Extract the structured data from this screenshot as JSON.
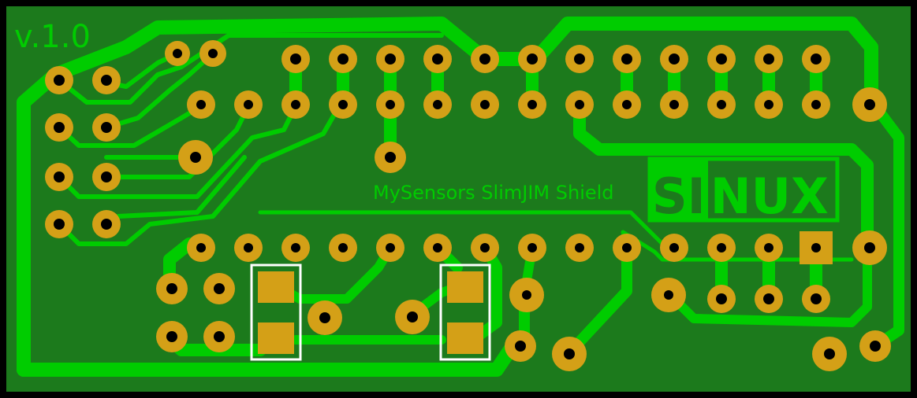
{
  "board": {
    "version_label": "v.1.0",
    "title": "MySensors SlimJIM Shield",
    "logo_text": "SINUX"
  },
  "colors": {
    "board": "#1c7a1c",
    "copper": "#00cc00",
    "pad": "#d4a017",
    "drill": "#000000",
    "outline": "#ffffff",
    "frame": "#000000"
  }
}
